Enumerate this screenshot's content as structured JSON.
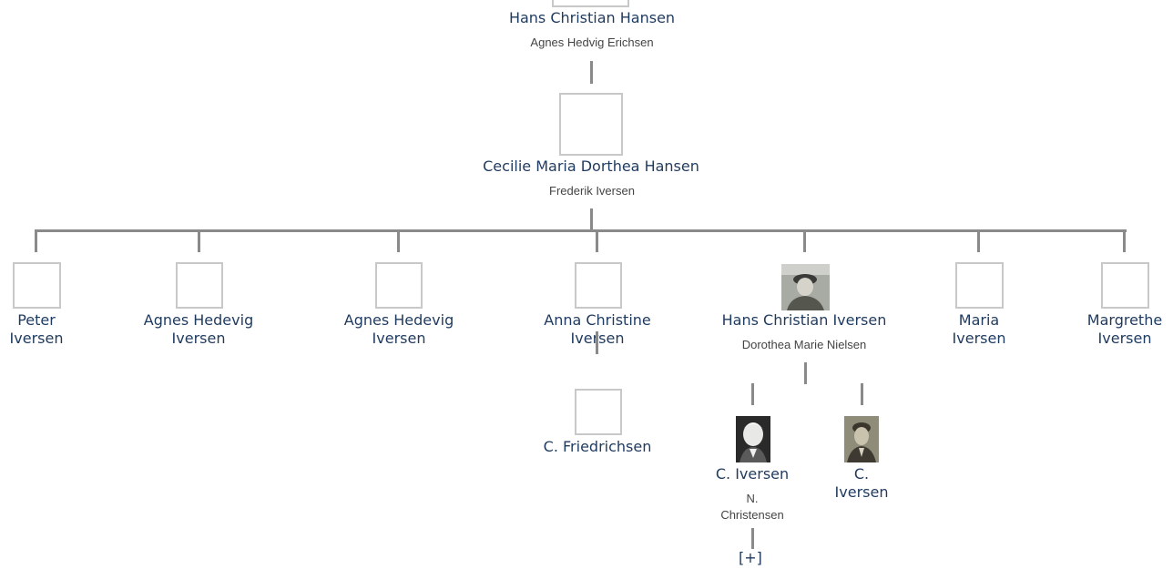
{
  "root": {
    "name": "Hans Christian Hansen",
    "spouse": "Agnes Hedvig Erichsen"
  },
  "parent": {
    "name": "Cecilie Maria Dorthea Hansen",
    "spouse": "Frederik Iversen"
  },
  "children": [
    {
      "name_line1": "Peter",
      "name_line2": "Iversen"
    },
    {
      "name_line1": "Agnes Hedevig",
      "name_line2": "Iversen"
    },
    {
      "name_line1": "Agnes Hedevig",
      "name_line2": "Iversen"
    },
    {
      "name_line1": "Anna Christine",
      "name_line2": "Iversen",
      "spouse": "C. Friedrichsen"
    },
    {
      "name": "Hans Christian Iversen",
      "spouse": "Dorothea Marie Nielsen"
    },
    {
      "name_line1": "Maria",
      "name_line2": "Iversen"
    },
    {
      "name_line1": "Margrethe",
      "name_line2": "Iversen"
    }
  ],
  "grandchildren": [
    {
      "name": "C. Iversen",
      "spouse_line1": "N.",
      "spouse_line2": "Christensen"
    },
    {
      "name_line1": "C.",
      "name_line2": "Iversen"
    }
  ],
  "expand_label": "[+]"
}
